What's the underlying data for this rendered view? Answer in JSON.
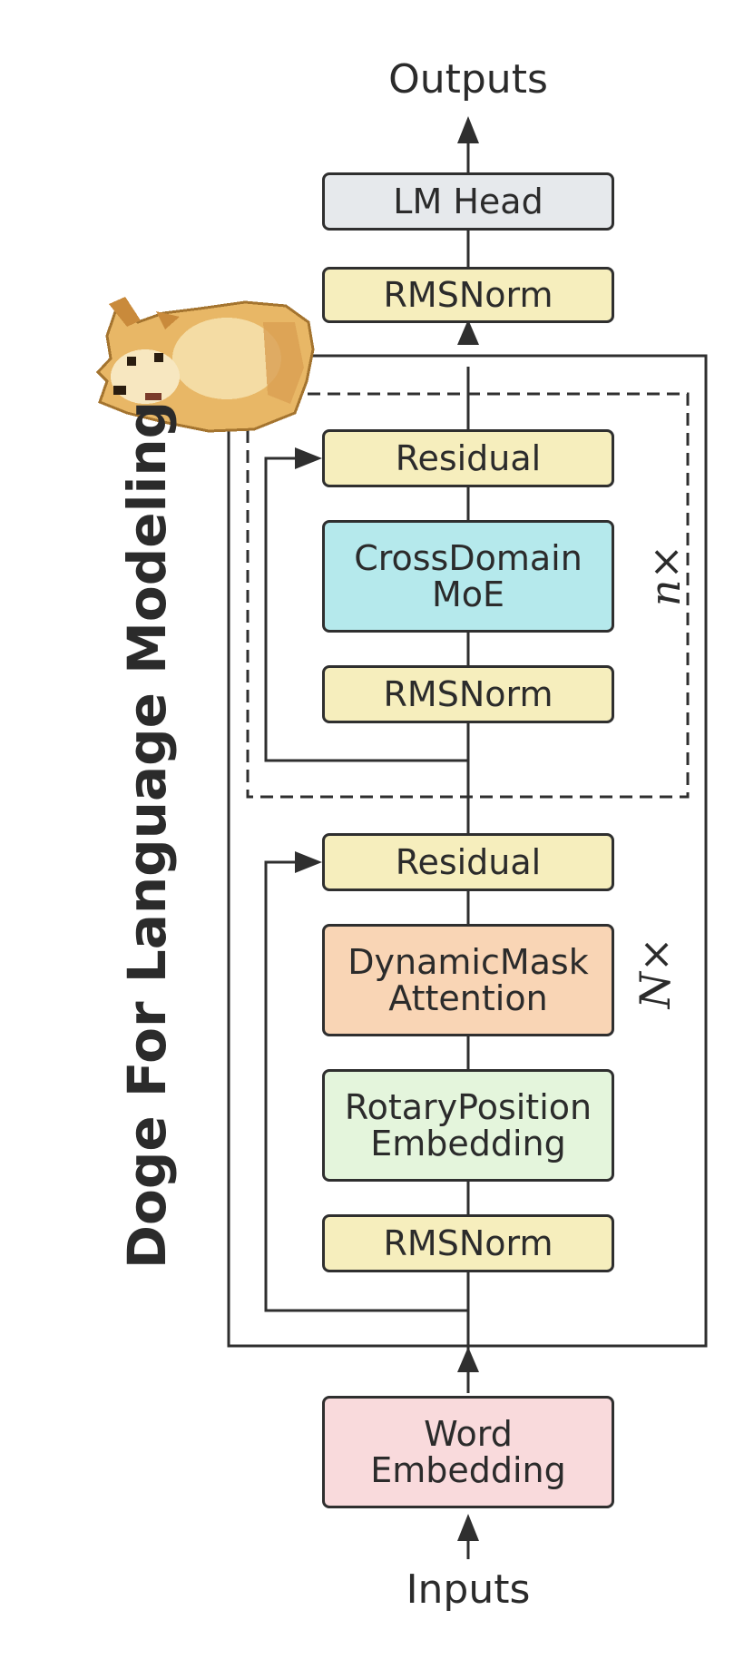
{
  "diagram": {
    "title": "Doge For Language Modeling",
    "outputs_label": "Outputs",
    "inputs_label": "Inputs",
    "blocks": {
      "lm_head": "LM Head",
      "final_norm": "RMSNorm",
      "moe_residual": "Residual",
      "moe_line1": "CrossDomain",
      "moe_line2": "MoE",
      "moe_norm": "RMSNorm",
      "attn_residual": "Residual",
      "attn_line1": "DynamicMask",
      "attn_line2": "Attention",
      "rope_line1": "RotaryPosition",
      "rope_line2": "Embedding",
      "attn_norm": "RMSNorm",
      "embed_line1": "Word",
      "embed_line2": "Embedding"
    },
    "inner_repeat": "n×",
    "outer_repeat": "N×",
    "colors": {
      "norm": "#f6eebd",
      "lm_head": "#e6e9ec",
      "moe": "#b5e9ec",
      "attention": "#f9d5b5",
      "rope": "#e4f5dc",
      "embedding": "#f9dadc",
      "stroke": "#2f2f2f"
    },
    "mascot_icon": "doge-icon"
  }
}
